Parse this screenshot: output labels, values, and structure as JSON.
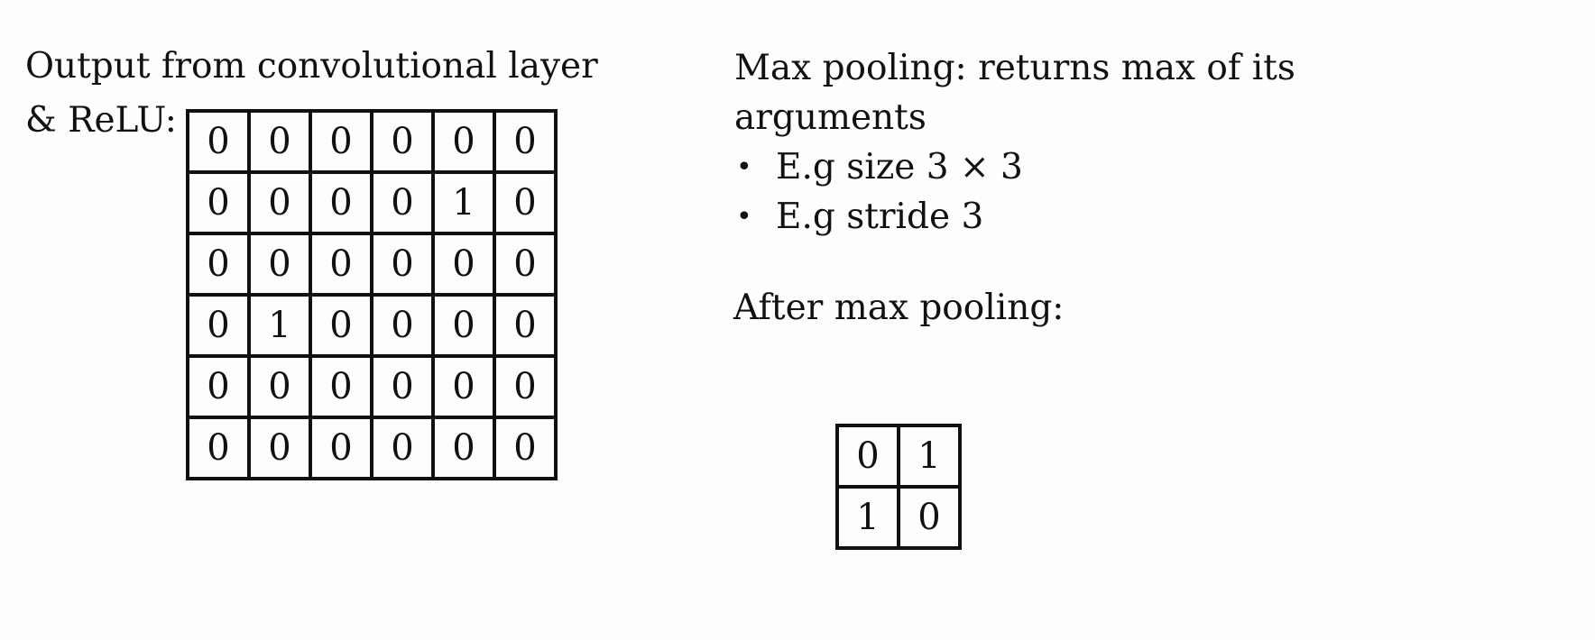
{
  "left_title": {
    "line1": "Output from convolutional layer",
    "line2": "& ReLU:"
  },
  "input_matrix": [
    [
      "0",
      "0",
      "0",
      "0",
      "0",
      "0"
    ],
    [
      "0",
      "0",
      "0",
      "0",
      "1",
      "0"
    ],
    [
      "0",
      "0",
      "0",
      "0",
      "0",
      "0"
    ],
    [
      "0",
      "1",
      "0",
      "0",
      "0",
      "0"
    ],
    [
      "0",
      "0",
      "0",
      "0",
      "0",
      "0"
    ],
    [
      "0",
      "0",
      "0",
      "0",
      "0",
      "0"
    ]
  ],
  "description": {
    "line1": "Max pooling: returns max of its",
    "line2": "arguments",
    "bullets": [
      {
        "marker": "•",
        "text": "E.g size 3 × 3"
      },
      {
        "marker": "•",
        "text": "E.g stride 3"
      }
    ]
  },
  "after_label": "After max pooling:",
  "output_matrix": [
    [
      "0",
      "1"
    ],
    [
      "1",
      "0"
    ]
  ]
}
